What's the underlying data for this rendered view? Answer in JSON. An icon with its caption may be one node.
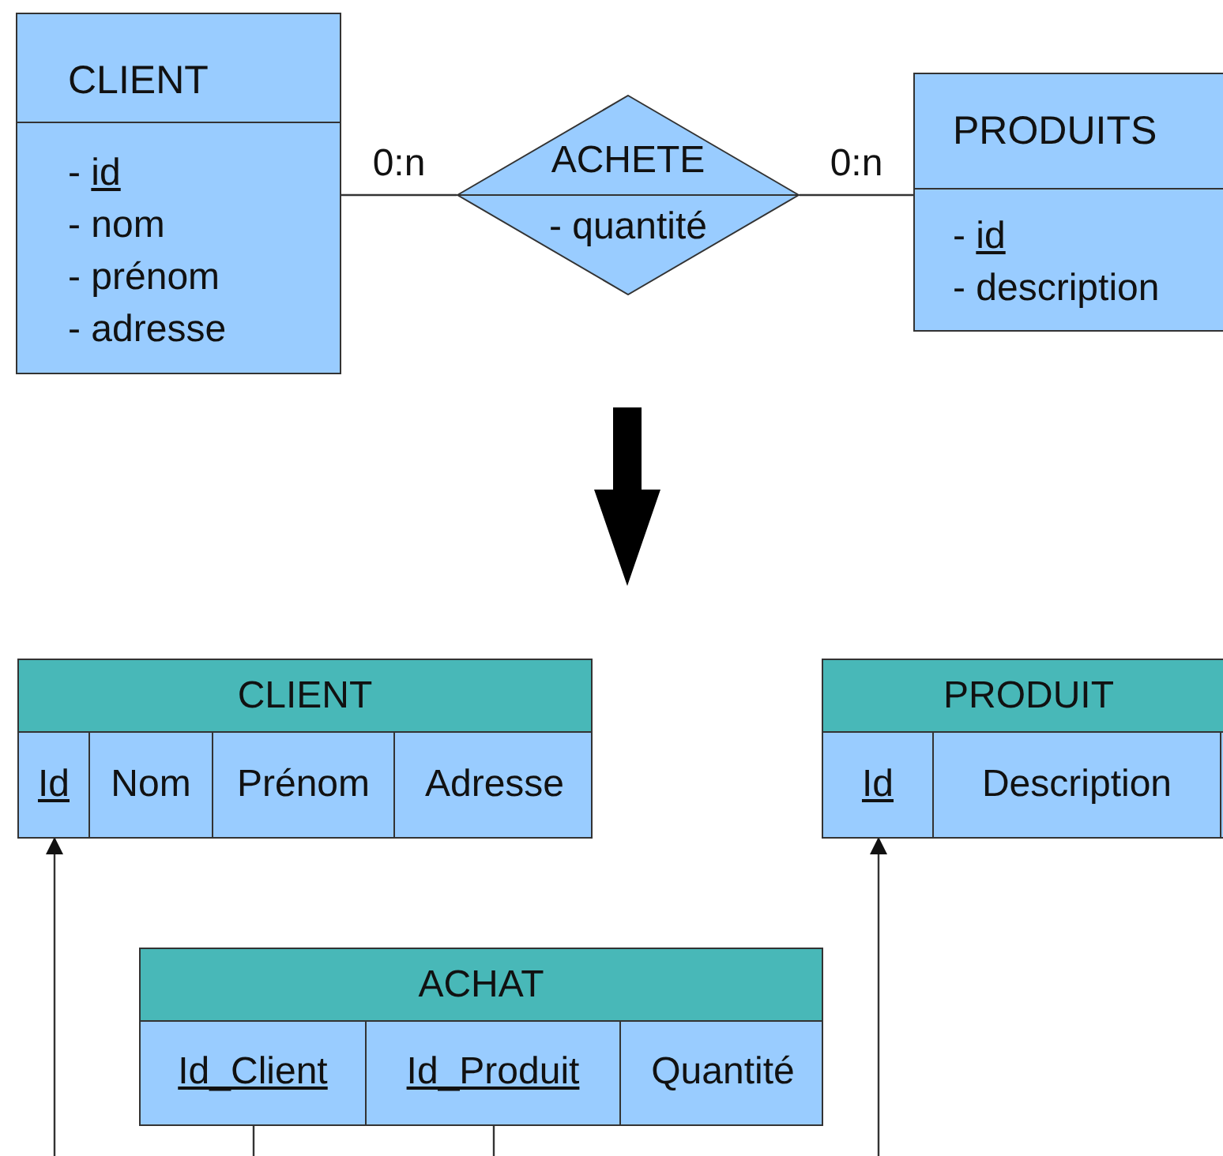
{
  "diagram": {
    "nodes": [
      {
        "text": [
          "CLIENT",
          "- id",
          "- nom",
          "- prénom",
          "- adresse"
        ]
      },
      {
        "text": [
          "ACHETE",
          "- quantité"
        ]
      },
      {
        "text": [
          "PRODUITS",
          "- id",
          "- description"
        ]
      },
      {
        "text": [
          "CLIENT"
        ]
      },
      {
        "text": [
          "Id"
        ],
        "in": 3
      },
      {
        "text": [
          "Nom"
        ],
        "in": 3
      },
      {
        "text": [
          "Prénom"
        ],
        "in": 3
      },
      {
        "text": [
          "Adresse"
        ],
        "in": 3
      },
      {
        "text": [
          "PRODUIT"
        ]
      },
      {
        "text": [
          "Id"
        ],
        "in": 8
      },
      {
        "text": [
          "Description"
        ],
        "in": 8
      },
      {
        "text": [
          "ACHAT"
        ]
      },
      {
        "text": [
          "Id_Client"
        ],
        "in": 11
      },
      {
        "text": [
          "Id_Produit"
        ],
        "in": 11
      },
      {
        "text": [
          "Quantité"
        ],
        "in": 11
      }
    ],
    "edges": [
      {
        "from": 0,
        "to": 1,
        "arrow": "none",
        "label": "0:n"
      },
      {
        "from": 1,
        "to": 2,
        "arrow": "none",
        "label": "0:n"
      },
      {
        "from": null,
        "to": 4,
        "arrow": "to"
      },
      {
        "from": null,
        "to": 9,
        "arrow": "to"
      },
      {
        "from": 12,
        "to": null,
        "arrow": "none"
      },
      {
        "from": 13,
        "to": null,
        "arrow": "none"
      }
    ]
  }
}
